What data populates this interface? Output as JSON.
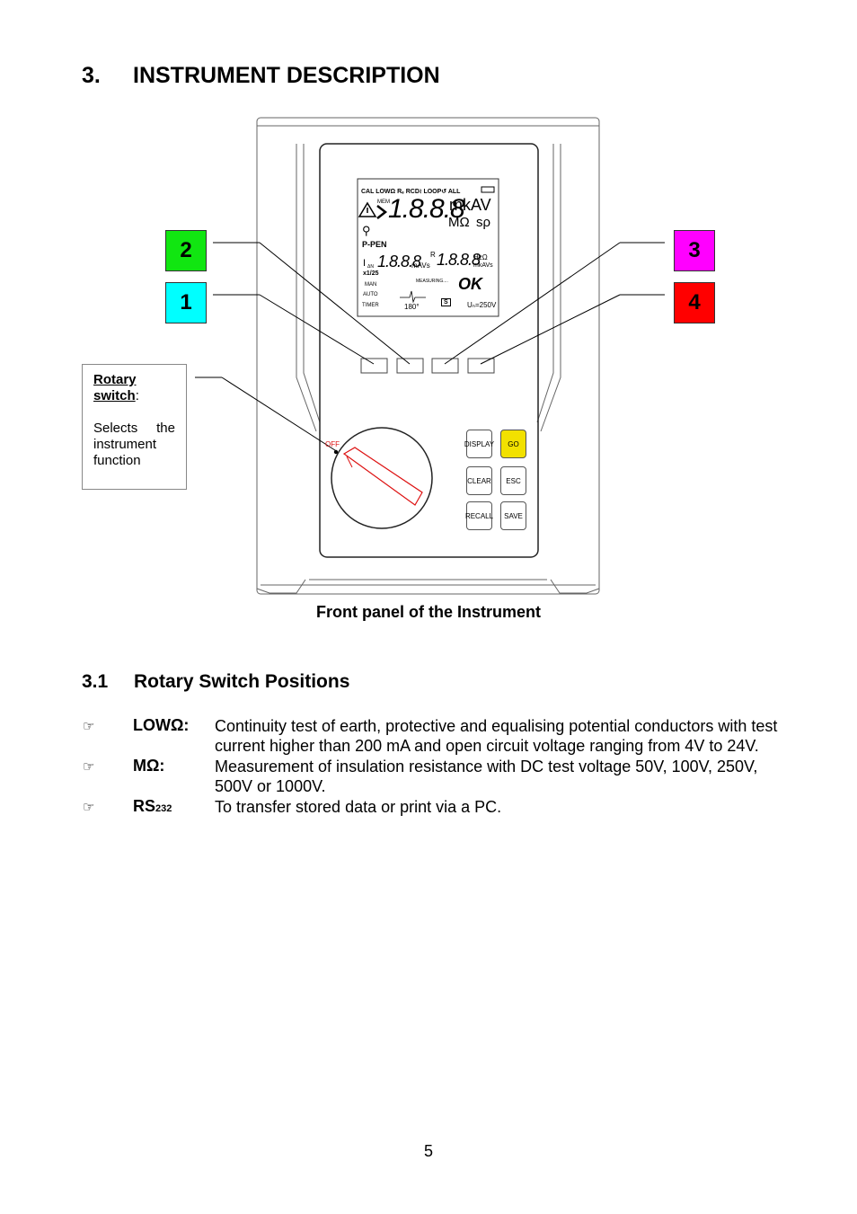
{
  "section": {
    "number": "3.",
    "title": "INSTRUMENT DESCRIPTION"
  },
  "figure": {
    "caption": "Front panel of the Instrument",
    "callouts": [
      {
        "label": "2",
        "color": "#11e611"
      },
      {
        "label": "1",
        "color": "#00ffff"
      },
      {
        "label": "3",
        "color": "#ff00ff"
      },
      {
        "label": "4",
        "color": "#ff0000"
      }
    ],
    "note": {
      "title_line1": "Rotary",
      "title_line2": "switch",
      "title_suffix": ":",
      "body": "Selects the instrument function"
    },
    "lcd": {
      "top_row": "CAL LOWΩ Rₑ RCD≀ LOOP↺ ALL",
      "mem": "MEM",
      "big_digits": "1.8.8.8",
      "unit1": "mkAV",
      "unit2": "MΩ",
      "unit3": "sρ",
      "ppen": "P-PEN",
      "i_label": "I",
      "i_sub": "ΔN",
      "x125": "x1/25",
      "mid_digits1": "1.8.8.8",
      "mid_unit1": "mAVs",
      "r_label": "R",
      "mid_digits2": "1.8.8.8",
      "mid_unit2_top": "HzΩ",
      "mid_unit2_bot": "mkAVs",
      "man": "MAN",
      "auto": "AUTO",
      "timer": "TIMER",
      "measuring": "MEASURING....",
      "ok": "OK",
      "deg": "180°",
      "s": "S",
      "un": "Uₙ=250V"
    },
    "dial_off": "OFF",
    "keys": [
      "DISPLAY",
      "GO",
      "CLEAR",
      "ESC",
      "RECALL",
      "SAVE"
    ],
    "key_go_color": "#f2e100"
  },
  "subsection": {
    "number": "3.1",
    "title": "Rotary Switch Positions"
  },
  "items": [
    {
      "bullet": "☞",
      "term": "LOWΩ",
      "term_suffix": ":",
      "line1": "Continuity test of earth, protective and equalising potential conductors with test",
      "line2": "current higher than 200 mA and open circuit voltage ranging from 4V to 24V."
    },
    {
      "bullet": "☞",
      "term": "MΩ:",
      "term_suffix": "",
      "line1": "Measurement of insulation resistance with DC test voltage 50V, 100V, 250V,",
      "line2": "500V or 1000V."
    },
    {
      "bullet": "☞",
      "term": "RS",
      "term_sub": "232",
      "term_suffix": "",
      "line1": "To transfer stored data or print via a PC.",
      "line2": ""
    }
  ],
  "page_number": "5"
}
